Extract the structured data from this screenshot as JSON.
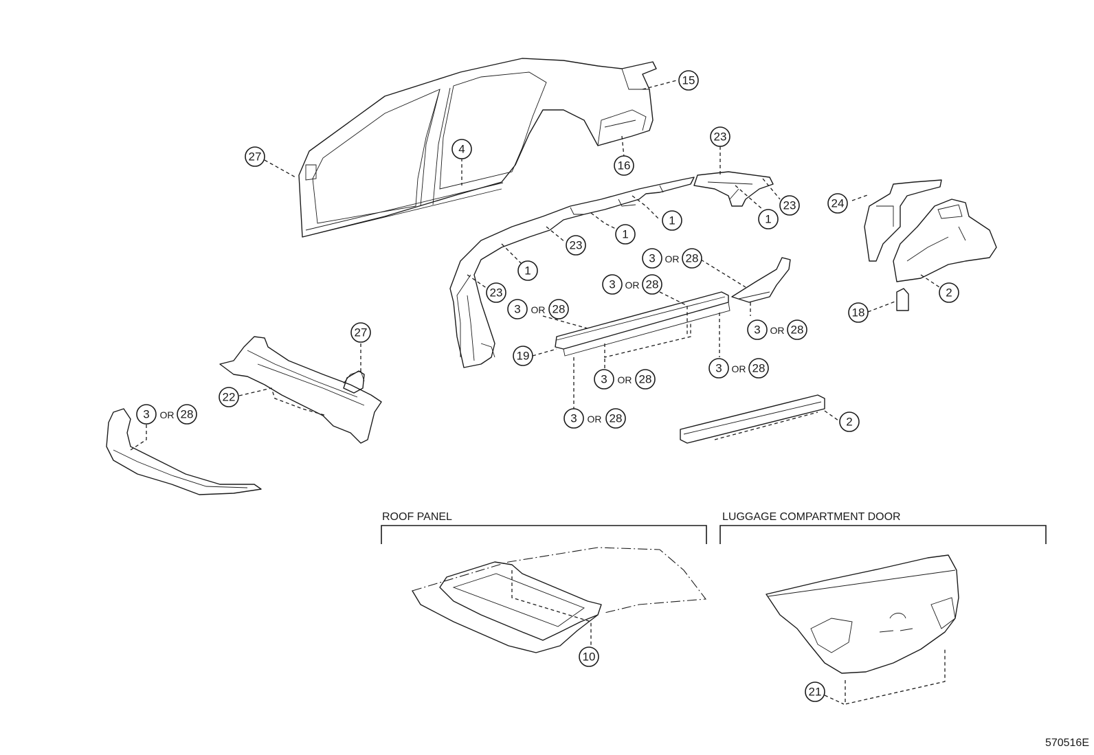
{
  "figure_code": "570516E",
  "sections": {
    "roof_panel": "ROOF PANEL",
    "luggage_door": "LUGGAGE COMPARTMENT DOOR"
  },
  "or_label": "OR",
  "callouts": {
    "c15": "15",
    "c16": "16",
    "c4": "4",
    "c27a": "27",
    "c27b": "27",
    "c23a": "23",
    "c23b": "23",
    "c23c": "23",
    "c23d": "23",
    "c1a": "1",
    "c1b": "1",
    "c1c": "1",
    "c1d": "1",
    "c24": "24",
    "c2a": "2",
    "c2b": "2",
    "c18": "18",
    "c19": "19",
    "c22": "22",
    "c10": "10",
    "c21": "21",
    "p1a": "3",
    "p1b": "28",
    "p2a": "3",
    "p2b": "28",
    "p3a": "3",
    "p3b": "28",
    "p4a": "3",
    "p4b": "28",
    "p5a": "3",
    "p5b": "28",
    "p6a": "3",
    "p6b": "28",
    "p7a": "3",
    "p7b": "28",
    "p8a": "3",
    "p8b": "28"
  }
}
